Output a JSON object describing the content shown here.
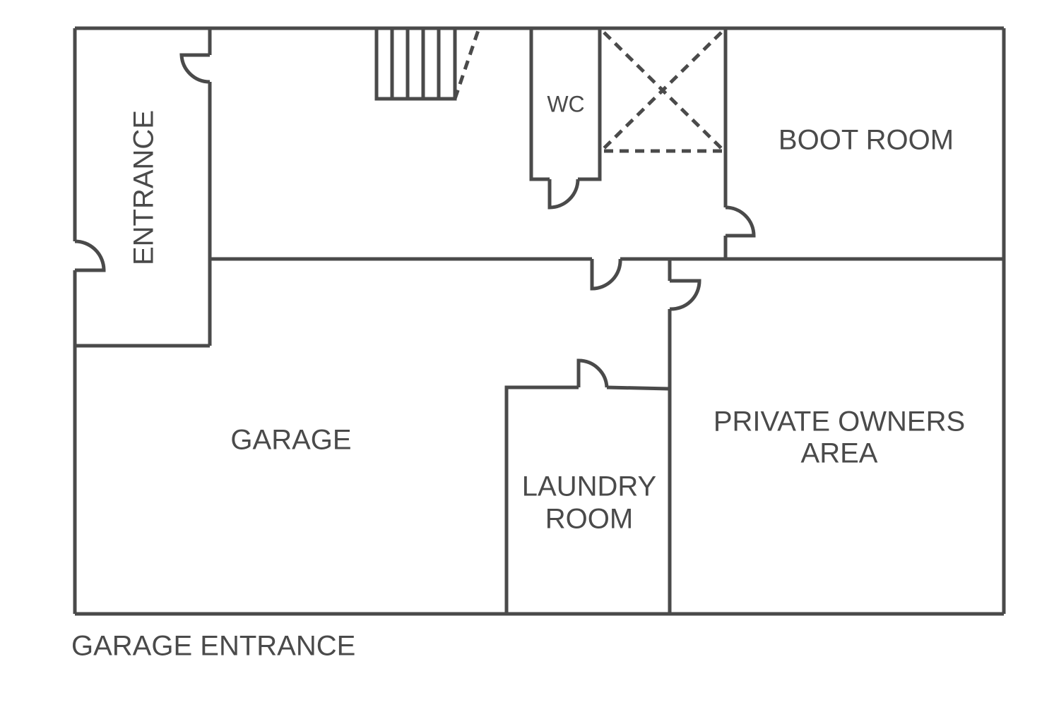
{
  "floor_plan": {
    "rooms": {
      "entrance": "ENTRANCE",
      "wc": "WC",
      "boot_room": "BOOT ROOM",
      "garage": "GARAGE",
      "laundry_room_line1": "LAUNDRY",
      "laundry_room_line2": "ROOM",
      "private_owners_line1": "PRIVATE OWNERS",
      "private_owners_line2": "AREA"
    },
    "caption": "GARAGE ENTRANCE",
    "colors": {
      "line": "#4a4a4a",
      "background": "#ffffff"
    }
  }
}
